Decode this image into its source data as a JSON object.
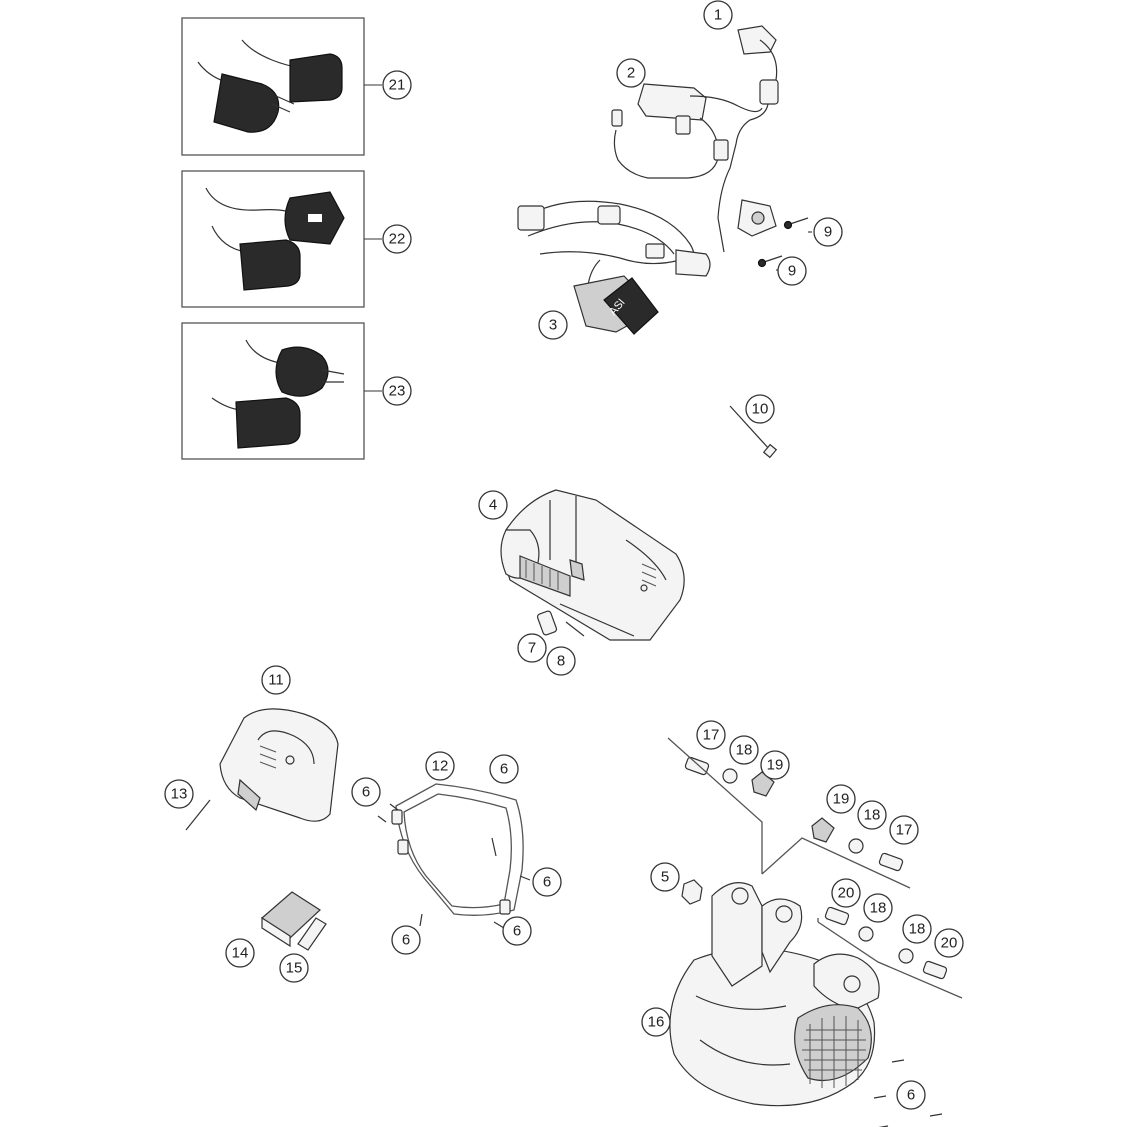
{
  "callouts": {
    "c1": "1",
    "c2": "2",
    "c3": "3",
    "c4": "4",
    "c5": "5",
    "c6a": "6",
    "c6b": "6",
    "c6c": "6",
    "c6d": "6",
    "c6e": "6",
    "c6f": "6",
    "c7": "7",
    "c8": "8",
    "c9a": "9",
    "c9b": "9",
    "c10": "10",
    "c11": "11",
    "c12": "12",
    "c13": "13",
    "c14": "14",
    "c15": "15",
    "c16": "16",
    "c17a": "17",
    "c17b": "17",
    "c18a": "18",
    "c18b": "18",
    "c18c": "18",
    "c18d": "18",
    "c19a": "19",
    "c19b": "19",
    "c20a": "20",
    "c20b": "20",
    "c21": "21",
    "c22": "22",
    "c23": "23"
  },
  "control_unit_label": "ASI"
}
